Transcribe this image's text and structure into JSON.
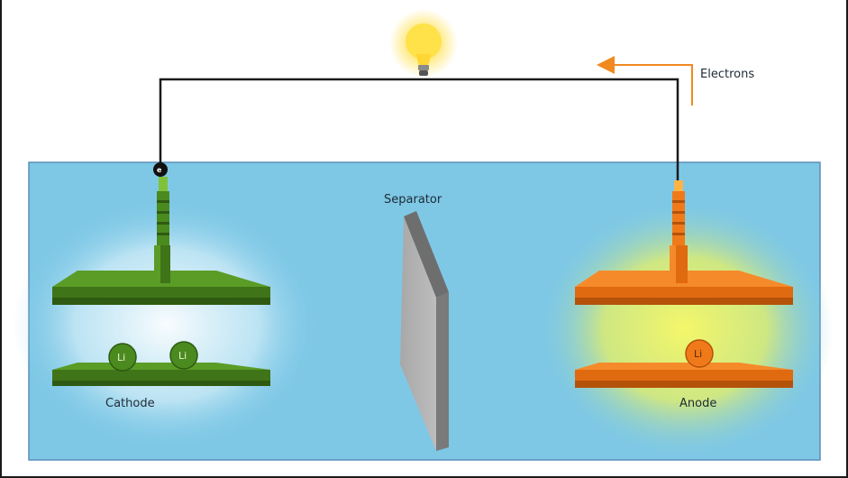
{
  "labels": {
    "electrons": "Electrons",
    "separator": "Separator",
    "cathode": "Cathode",
    "anode": "Anode",
    "ion_cathode_1": "Li",
    "ion_cathode_2": "Li",
    "ion_anode": "Li",
    "electron": "e"
  },
  "colors": {
    "electrolyte": "#7ec8e6",
    "cathode": "#4a8a1e",
    "anode": "#f07a1a",
    "separator": "#9a9a9a",
    "arrow": "#f08a20",
    "wire": "#1a1a1a",
    "bulb": "#ffd93a"
  },
  "icons": [
    "light-bulb-icon",
    "arrow-left-icon"
  ]
}
